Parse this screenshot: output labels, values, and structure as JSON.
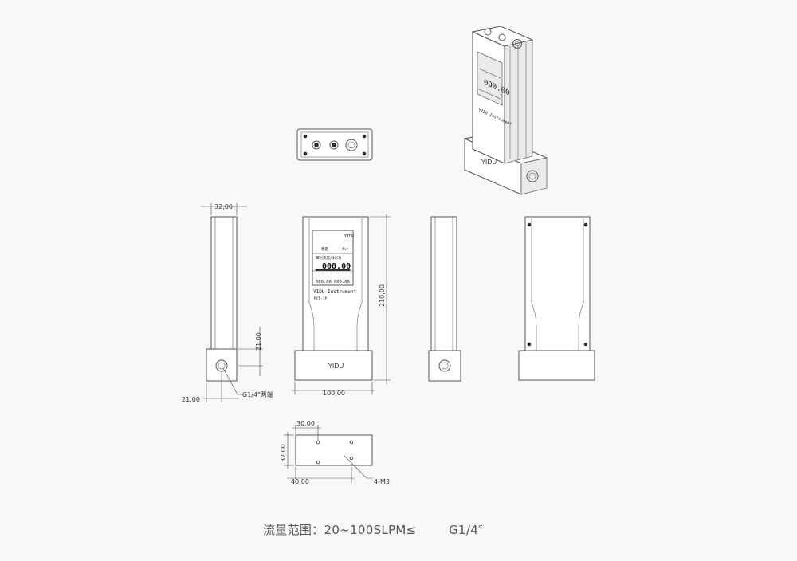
{
  "dimensions": {
    "side_width": "32,00",
    "port_height": "21,00",
    "port_offset": "21,00",
    "port_label": "G1/4\"两端",
    "front_width": "100,00",
    "total_height": "210,00",
    "bottom_hole_x": "30,00",
    "bottom_width": "32,00",
    "bottom_length": "40,00",
    "mount_holes": "4-M3"
  },
  "display": {
    "brand": "YIDU",
    "instrument_label": "YIDU Instrument",
    "model": "MFT-1P",
    "flow_header": "瞬时流量/SCCM",
    "flow_value": "000.00",
    "sub_value_1": "000.00",
    "sub_value_2": "000.00",
    "status_1": "稳定",
    "status_2": "Air"
  },
  "caption": {
    "range_label": "流量范围：",
    "range_value": "20~100SLPM≤",
    "port_spec": "G1/4″"
  }
}
